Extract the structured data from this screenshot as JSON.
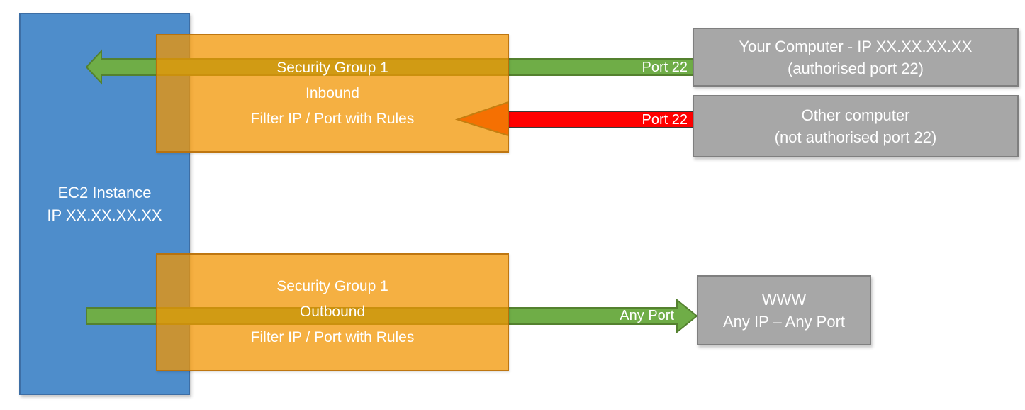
{
  "colors": {
    "blue": "#4E8DCB",
    "orange": "#F5A93C",
    "green": "#6FAD47",
    "green_border": "#54812F",
    "red": "#FF0000",
    "red_border": "#3A3A3A",
    "gray": "#A7A7A7"
  },
  "ec2": {
    "line1": "EC2 Instance",
    "line2": "IP XX.XX.XX.XX"
  },
  "sg_inbound": {
    "line1": "Security Group 1",
    "line2": "Inbound",
    "line3": "Filter IP / Port with Rules"
  },
  "sg_outbound": {
    "line1": "Security Group 1",
    "line2": "Outbound",
    "line3": "Filter IP / Port with Rules"
  },
  "your_computer": {
    "line1": "Your Computer - IP XX.XX.XX.XX",
    "line2": "(authorised port 22)"
  },
  "other_computer": {
    "line1": "Other computer",
    "line2": "(not authorised port 22)"
  },
  "www": {
    "line1": "WWW",
    "line2": "Any IP – Any Port"
  },
  "labels": {
    "inbound_allowed": "Port 22",
    "inbound_blocked": "Port 22",
    "outbound": "Any Port"
  }
}
